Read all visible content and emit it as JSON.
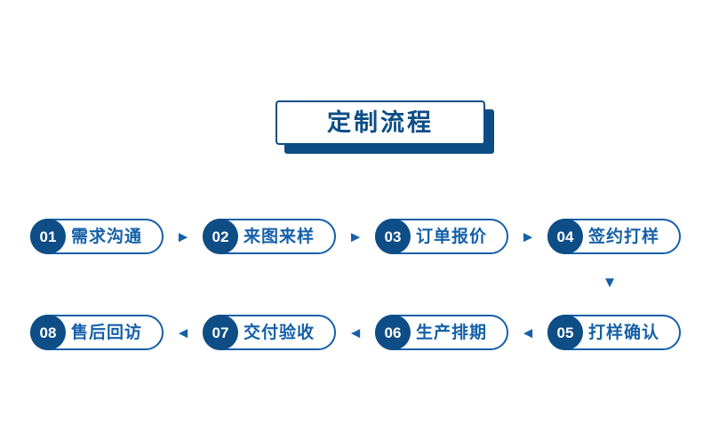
{
  "title": {
    "text": "定制流程"
  },
  "colors": {
    "badge_navy": "#0e4d86",
    "outline_blue": "#1560a8",
    "title_navy": "#0d4d86",
    "background": "#ffffff"
  },
  "flow": {
    "row_1": {
      "direction": "left-to-right",
      "arrow_glyph": "►",
      "steps": [
        {
          "number": "01",
          "label": "需求沟通"
        },
        {
          "number": "02",
          "label": "来图来样"
        },
        {
          "number": "03",
          "label": "订单报价"
        },
        {
          "number": "04",
          "label": "签约打样"
        }
      ]
    },
    "connector": {
      "glyph": "▼"
    },
    "row_2": {
      "direction": "right-to-left",
      "arrow_glyph": "◄",
      "steps": [
        {
          "number": "08",
          "label": "售后回访"
        },
        {
          "number": "07",
          "label": "交付验收"
        },
        {
          "number": "06",
          "label": "生产排期"
        },
        {
          "number": "05",
          "label": "打样确认"
        }
      ]
    }
  }
}
